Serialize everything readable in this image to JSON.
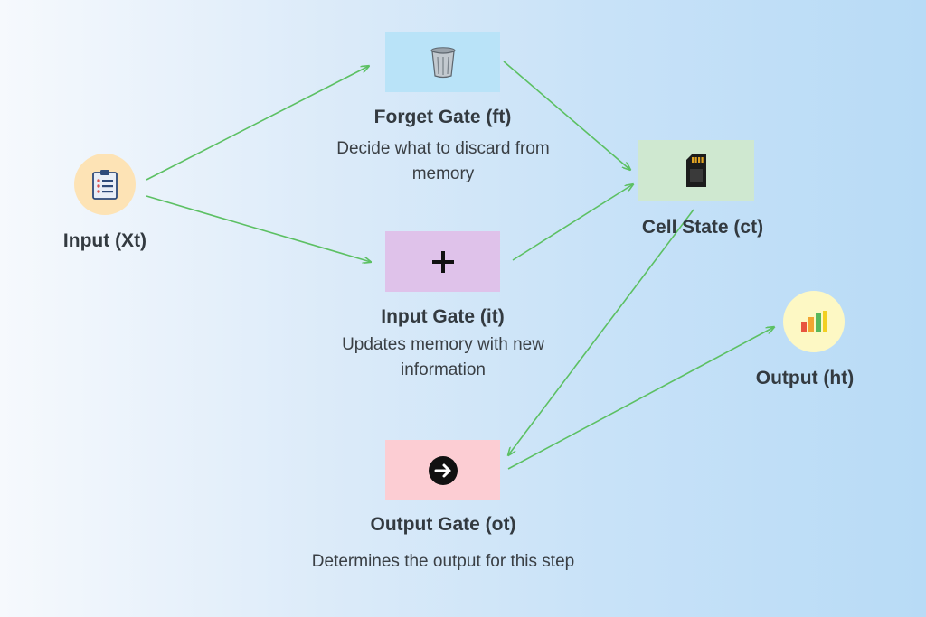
{
  "nodes": {
    "input": {
      "label": "Input (Xt)",
      "icon": "clipboard-icon",
      "color": "#fde3b5"
    },
    "forget_gate": {
      "label": "Forget Gate (ft)",
      "description": "Decide what to discard from memory",
      "icon": "trash-can-icon",
      "color": "#b9e3f8"
    },
    "input_gate": {
      "label": "Input Gate (it)",
      "description": "Updates memory with new information",
      "icon": "plus-icon",
      "color": "#dfc2ea"
    },
    "cell_state": {
      "label": "Cell State (ct)",
      "icon": "sd-card-icon",
      "color": "#cfe8d0"
    },
    "output_gate": {
      "label": "Output Gate (ot)",
      "description": "Determines the output for this step",
      "icon": "right-arrow-circle-icon",
      "color": "#fccdd3"
    },
    "output": {
      "label": "Output (ht)",
      "icon": "bar-chart-icon",
      "color": "#fdf8c4"
    }
  },
  "edges": [
    {
      "from": "input",
      "to": "forget_gate"
    },
    {
      "from": "input",
      "to": "input_gate"
    },
    {
      "from": "forget_gate",
      "to": "cell_state"
    },
    {
      "from": "input_gate",
      "to": "cell_state"
    },
    {
      "from": "cell_state",
      "to": "output_gate"
    },
    {
      "from": "output_gate",
      "to": "output"
    }
  ],
  "colors": {
    "arrow": "#5cc063",
    "text": "#333a40"
  }
}
